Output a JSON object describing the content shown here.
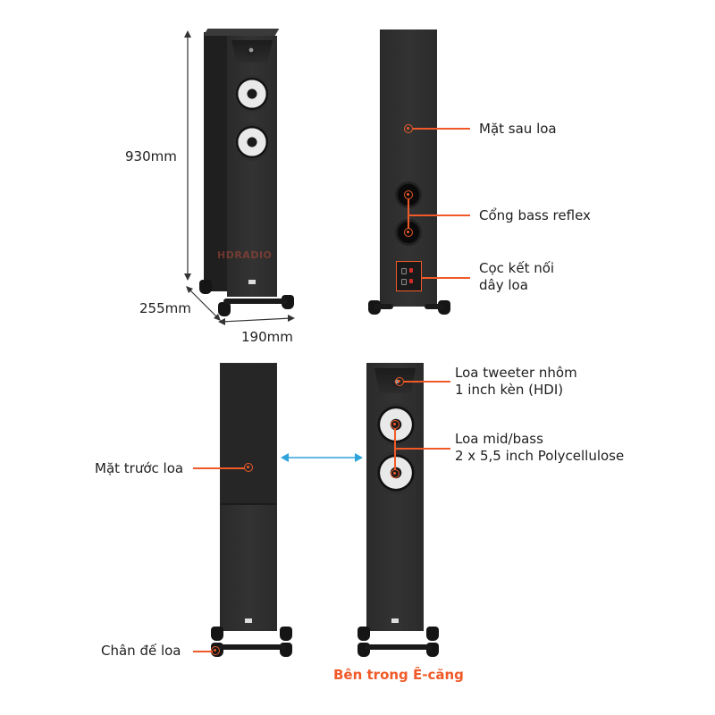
{
  "dimensions": {
    "height": "930mm",
    "depth": "255mm",
    "width": "190mm"
  },
  "back_view": {
    "callouts": [
      {
        "label": "Mặt sau loa"
      },
      {
        "label": "Cổng bass reflex"
      },
      {
        "label_line1": "Cọc kết nối",
        "label_line2": "dây loa"
      }
    ]
  },
  "front_view": {
    "callouts": [
      {
        "label_line1": "Loa tweeter nhôm",
        "label_line2": "1 inch kèn (HDI)"
      },
      {
        "label_line1": "Loa mid/bass",
        "label_line2": "2 x 5,5 inch Polycellulose"
      }
    ]
  },
  "grille_view": {
    "callouts": [
      {
        "label": "Mặt trước loa"
      },
      {
        "label": "Chân đế loa"
      }
    ]
  },
  "watermark": {
    "brand": "HDRADIO"
  },
  "footer": {
    "caption": "Bên trong Ê-căng"
  },
  "colors": {
    "accent": "#f05a28",
    "arrow": "#2ea3dc",
    "cabinet": "#2d2d2d"
  }
}
